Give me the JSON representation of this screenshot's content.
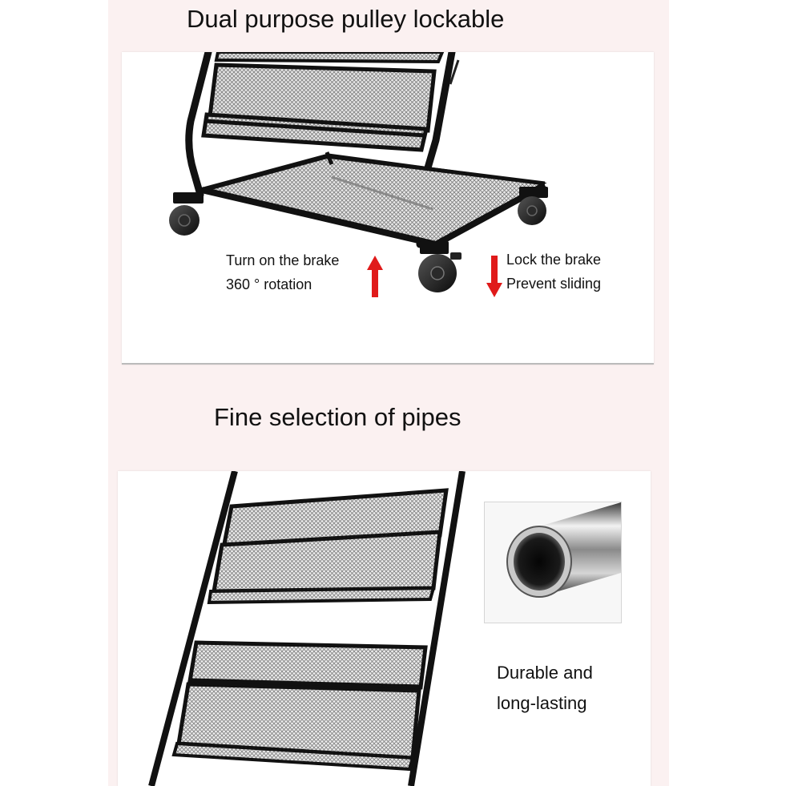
{
  "sections": {
    "pulley": {
      "title": "Dual purpose pulley lockable",
      "left_caption": {
        "line1": "Turn on the brake",
        "line2": "360 ° rotation"
      },
      "right_caption": {
        "line1": "Lock the brake",
        "line2": "Prevent sliding"
      },
      "arrow_color": "#e01a1a"
    },
    "pipes": {
      "title": "Fine selection of pipes",
      "caption": {
        "line1": "Durable and",
        "line2": "long-lasting"
      }
    }
  },
  "colors": {
    "backdrop": "#fbf1f1",
    "frame": "#111111",
    "mesh": "#9a9a9a"
  }
}
